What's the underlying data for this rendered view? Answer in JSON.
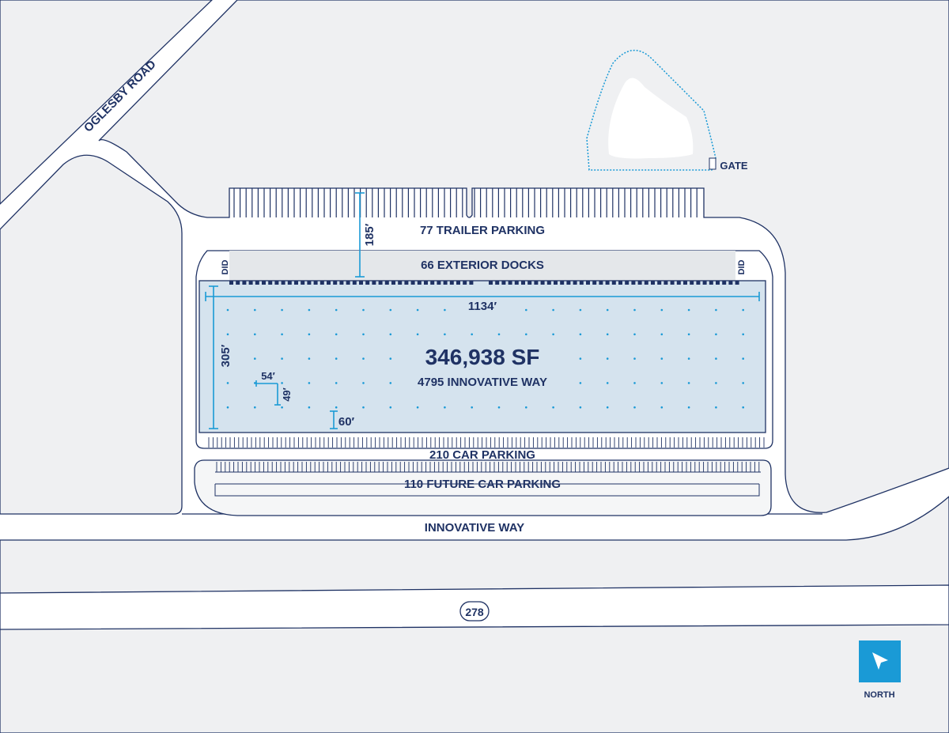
{
  "colors": {
    "background": "#eff0f2",
    "road": "#ffffff",
    "outline": "#1f3264",
    "building": "#d5e3ee",
    "dock_apron": "#e4e7ea",
    "accent": "#1a9ad6"
  },
  "roads": {
    "oglesby": "OGLESBY ROAD",
    "innovative": "INNOVATIVE WAY",
    "highway_shield": "278"
  },
  "site": {
    "trailer_parking": "77 TRAILER PARKING",
    "exterior_docks": "66 EXTERIOR DOCKS",
    "did_left": "DID",
    "did_right": "DID",
    "building_area": "346,938 SF",
    "address": "4795 INNOVATIVE WAY",
    "car_parking": "210 CAR PARKING",
    "future_parking": "110 FUTURE CAR PARKING",
    "gate": "GATE"
  },
  "dimensions": {
    "length": "1134′",
    "depth": "305′",
    "truck_court": "185′",
    "bay_width": "54′",
    "bay_depth": "49′",
    "speed_bay": "60′"
  },
  "compass": {
    "label": "NORTH",
    "icon": "north-arrow-icon"
  }
}
